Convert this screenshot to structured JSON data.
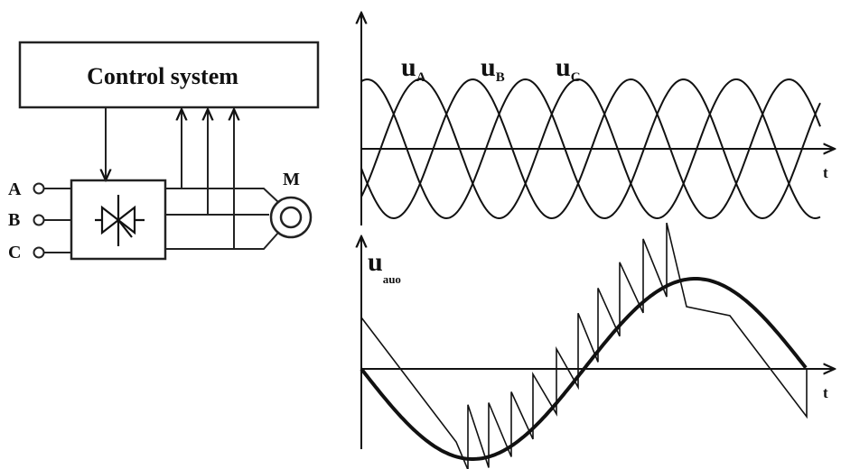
{
  "control_block": {
    "label": "Control system"
  },
  "inputs": [
    {
      "label": "A"
    },
    {
      "label": "B"
    },
    {
      "label": "C"
    }
  ],
  "motor": {
    "label": "M"
  },
  "top_plot": {
    "time_label": "t",
    "phase_labels": [
      {
        "main": "u",
        "sub": "A"
      },
      {
        "main": "u",
        "sub": "B"
      },
      {
        "main": "u",
        "sub": "C"
      }
    ]
  },
  "bottom_plot": {
    "time_label": "t",
    "y_label_main": "u",
    "y_label_sub": "auo"
  }
}
